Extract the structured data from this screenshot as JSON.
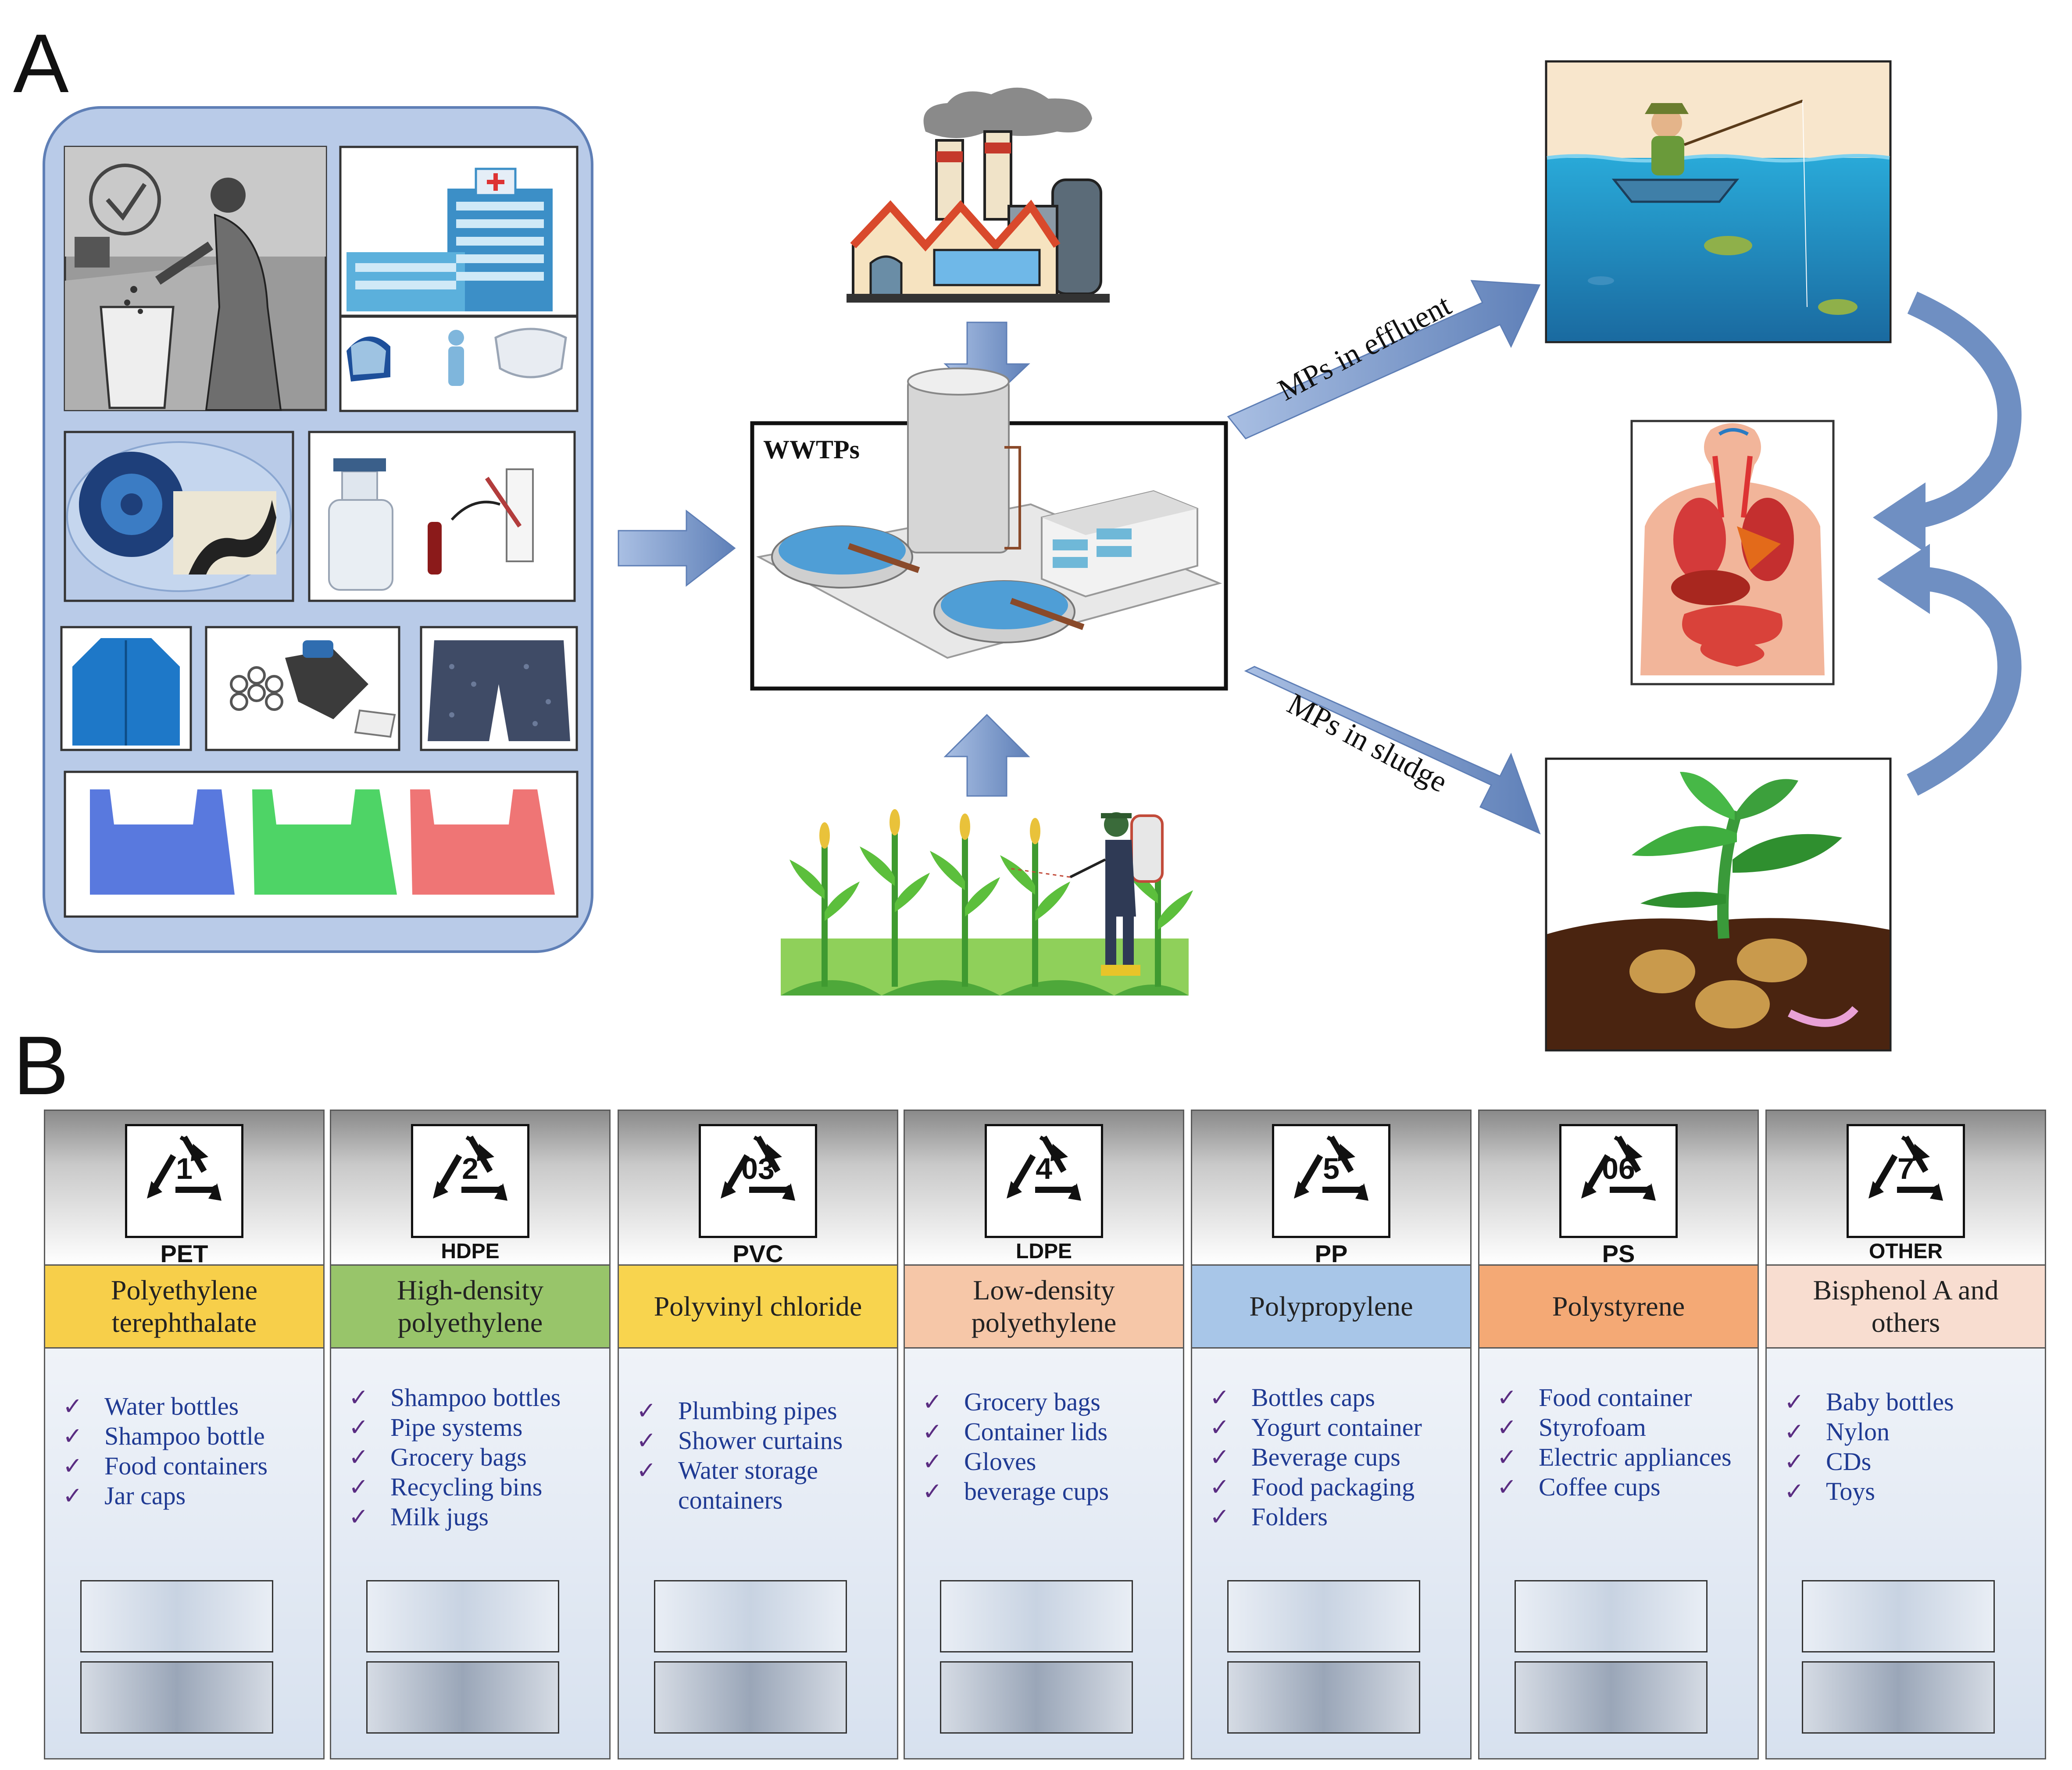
{
  "panel_a": {
    "letter": "A",
    "wwtp_label": "WWTPs",
    "effluent_label": "MPs in effluent",
    "sludge_label": "MPs in sludge"
  },
  "panel_b": {
    "letter": "B",
    "columns": [
      {
        "number": "1",
        "code": "PET",
        "name": "Polyethylene terephthalate",
        "color": "#f7cf4a",
        "items": [
          "Water bottles",
          "Shampoo bottle",
          "Food containers",
          "Jar caps"
        ]
      },
      {
        "number": "2",
        "code": "HDPE",
        "name": "High-density polyethylene",
        "color": "#98c56a",
        "items": [
          "Shampoo bottles",
          "Pipe systems",
          "Grocery bags",
          "Recycling bins",
          "Milk jugs"
        ]
      },
      {
        "number": "03",
        "code": "PVC",
        "name": "Polyvinyl chloride",
        "color": "#f8d44e",
        "items": [
          "Plumbing pipes",
          "Shower curtains",
          "Water storage containers"
        ]
      },
      {
        "number": "4",
        "code": "LDPE",
        "name": "Low-density polyethylene",
        "color": "#f6c7a8",
        "items": [
          "Grocery bags",
          "Container lids",
          "Gloves",
          "beverage cups"
        ]
      },
      {
        "number": "5",
        "code": "PP",
        "name": "Polypropylene",
        "color": "#a8c6e8",
        "items": [
          "Bottles caps",
          "Yogurt container",
          "Beverage cups",
          "Food packaging",
          "Folders"
        ]
      },
      {
        "number": "06",
        "code": "PS",
        "name": "Polystyrene",
        "color": "#f4a975",
        "items": [
          "Food container",
          "Styrofoam",
          "Electric appliances",
          "Coffee cups"
        ]
      },
      {
        "number": "7",
        "code": "OTHER",
        "name": "Bisphenol A and others",
        "color": "#f8ddd0",
        "items": [
          "Baby bottles",
          "Nylon",
          "CDs",
          "Toys"
        ]
      }
    ]
  },
  "colors": {
    "arrow": "#6f8fc2",
    "panel_bg": "#b9cbe8",
    "check": "#5a2d82",
    "item_text": "#1f3a93"
  }
}
